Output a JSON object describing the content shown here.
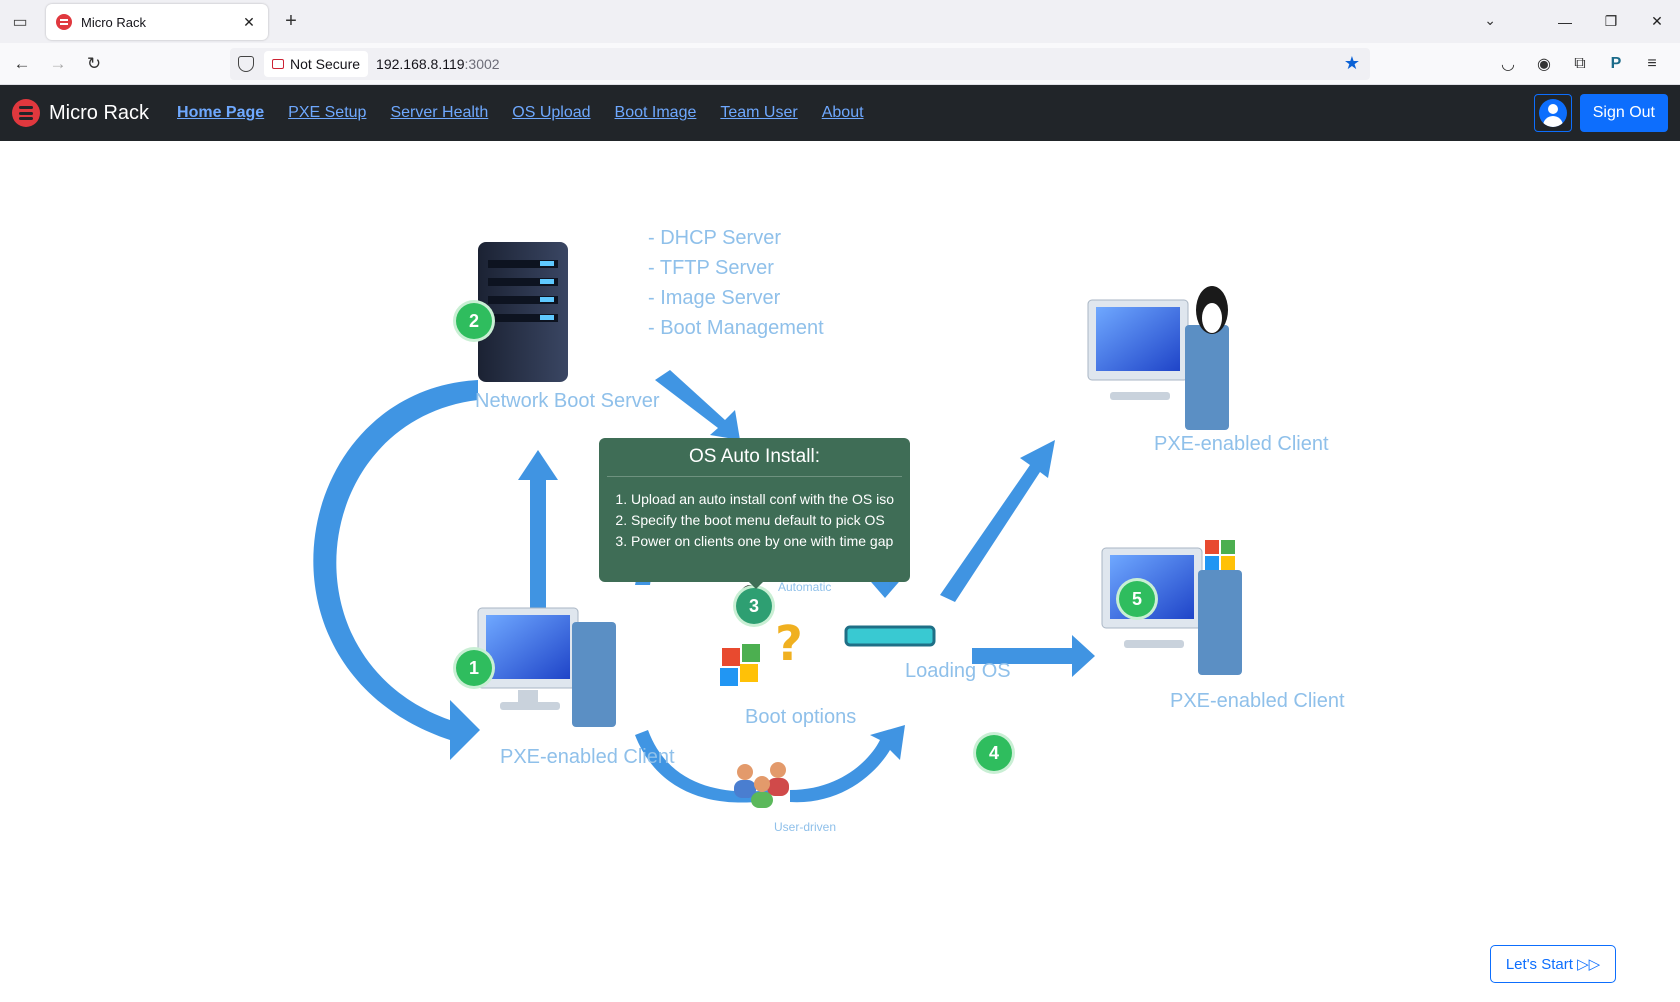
{
  "browser": {
    "tab_title": "Micro Rack",
    "security_label": "Not Secure",
    "url_host": "192.168.8.119",
    "url_port": ":3002"
  },
  "app": {
    "brand": "Micro Rack",
    "nav": [
      "Home Page",
      "PXE Setup",
      "Server Health",
      "OS Upload",
      "Boot Image",
      "Team User",
      "About"
    ],
    "sign_out": "Sign Out"
  },
  "diagram": {
    "server_services": [
      "- DHCP Server",
      "- TFTP Server",
      "- Image Server",
      "- Boot Management"
    ],
    "server_label": "Network Boot Server",
    "client_label": "PXE-enabled Client",
    "boot_options": "Boot options",
    "loading_os": "Loading OS",
    "automatic": "Automatic",
    "user_driven": "User-driven",
    "steps": [
      "1",
      "2",
      "3",
      "4",
      "5"
    ]
  },
  "tooltip": {
    "title": "OS Auto Install:",
    "items": [
      "Upload an auto install conf with the OS iso",
      "Specify the boot menu default to pick OS",
      "Power on clients one by one with time gap"
    ]
  },
  "cta": "Let's Start ▷▷"
}
